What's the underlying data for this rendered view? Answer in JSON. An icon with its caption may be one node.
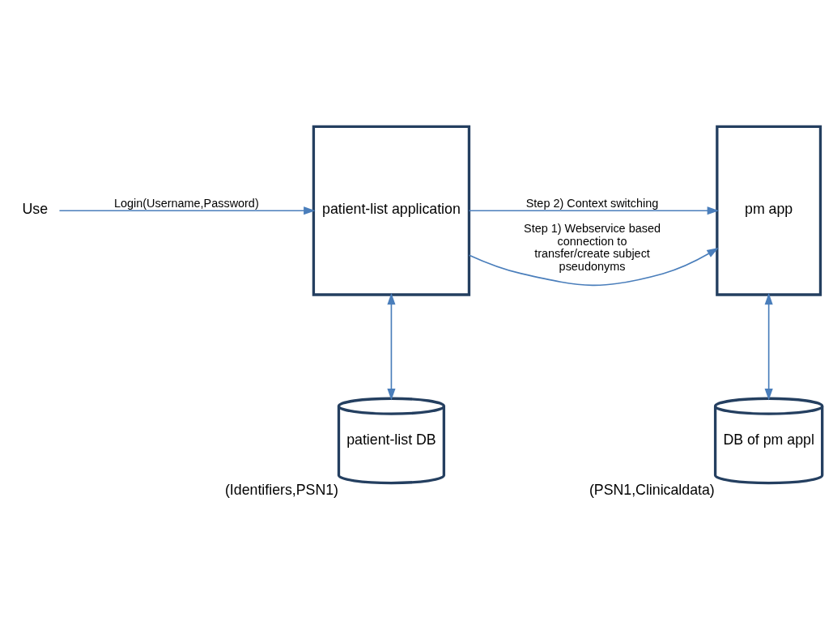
{
  "diagram": {
    "nodes": [
      {
        "text": [
          "Use"
        ]
      },
      {
        "text": [
          "patient-list application"
        ]
      },
      {
        "text": [
          "pm app"
        ]
      },
      {
        "text": [
          "patient-list DB"
        ],
        "beside": [
          "(Identifiers,PSN1)"
        ]
      },
      {
        "text": [
          "DB of pm appl"
        ],
        "beside": [
          "(PSN1,Clinicaldata)"
        ]
      }
    ],
    "edges": [
      {
        "from": 0,
        "to": 1,
        "arrow": "to",
        "label": "Login(Username,Password)"
      },
      {
        "from": 1,
        "to": 2,
        "arrow": "to",
        "label": "Step 2) Context switching"
      },
      {
        "from": 1,
        "to": 2,
        "arrow": "to",
        "label": "Step 1) Webservice based connection to transfer/create subject pseudonyms"
      },
      {
        "from": 1,
        "to": 3,
        "arrow": "both"
      },
      {
        "from": 2,
        "to": 4,
        "arrow": "both"
      }
    ]
  }
}
